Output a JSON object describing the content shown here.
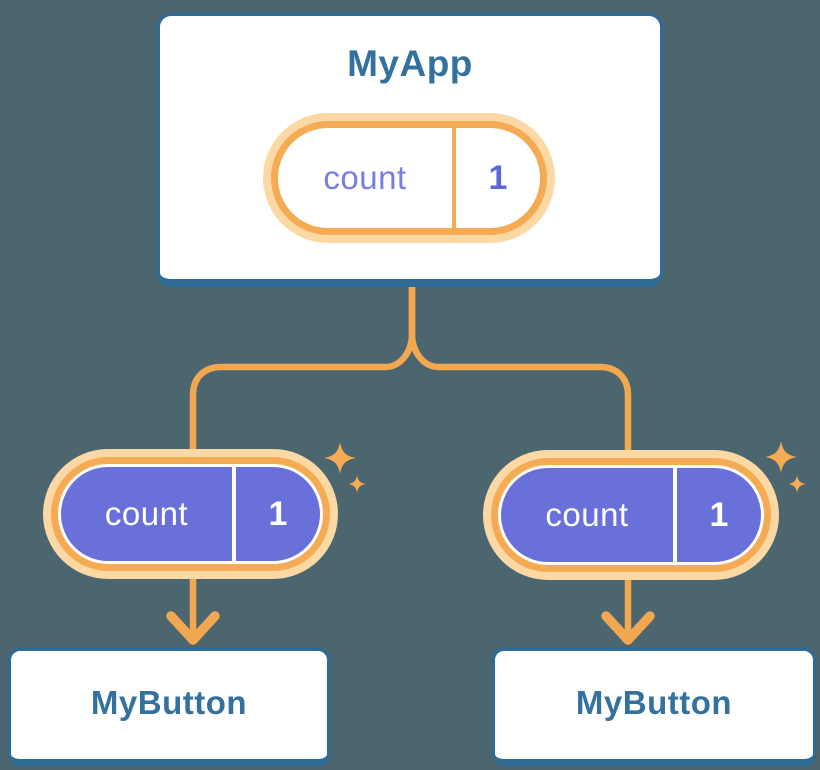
{
  "diagram": {
    "title": "component tree with shared state",
    "root": {
      "title": "MyApp",
      "state": {
        "name": "count",
        "value": "1"
      }
    },
    "children": [
      {
        "title": "MyButton",
        "state": {
          "name": "count",
          "value": "1"
        }
      },
      {
        "title": "MyButton",
        "state": {
          "name": "count",
          "value": "1"
        }
      }
    ],
    "edges": [
      {
        "from": "MyApp",
        "to": "MyButton",
        "side": "left"
      },
      {
        "from": "MyApp",
        "to": "MyButton",
        "side": "right"
      }
    ],
    "icons": {
      "sparkle": "✦"
    },
    "colors": {
      "background": "#4c666f",
      "card_fill": "#ffffff",
      "card_border": "#2e6b96",
      "card_text": "#35719e",
      "accent_orange": "#f2a851",
      "accent_orange_light": "#fcd9a4",
      "state_purple_fill": "#6a70d9",
      "state_text_purple": "#767ee3",
      "state_value_purple": "#5d65d9",
      "state_text_on_purple": "#ffffff"
    }
  }
}
